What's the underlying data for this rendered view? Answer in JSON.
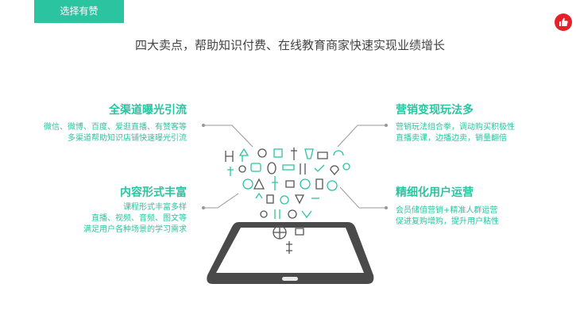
{
  "header": {
    "tag": "选择有赞"
  },
  "headline": "四大卖点，帮助知识付费、在线教育商家快速实现业绩增长",
  "colors": {
    "accent": "#2bc4a0",
    "brand": "#e6202a"
  },
  "features": [
    {
      "title": "全渠道曝光引流",
      "lines": [
        "微信、微博、百度、爱逛直播、有赞客等",
        "多渠道帮助知识店铺快速曝光引流"
      ]
    },
    {
      "title": "营销变现玩法多",
      "lines": [
        "营销玩法组合拳，调动购买积极性",
        "直播卖课，边播边卖，销量翻倍"
      ]
    },
    {
      "title": "内容形式丰富",
      "lines": [
        "课程形式丰富多样",
        "直播、视频、音频、图文等",
        "满足用户各种场景的学习需求"
      ]
    },
    {
      "title": "精细化用户运营",
      "lines": [
        "会员储值营销+精准人群运营",
        "促进复购增购，提升用户粘性"
      ]
    }
  ],
  "icons": [
    "thumbs-up-logo-icon",
    "tablet-illustration",
    "icon-cloud"
  ]
}
